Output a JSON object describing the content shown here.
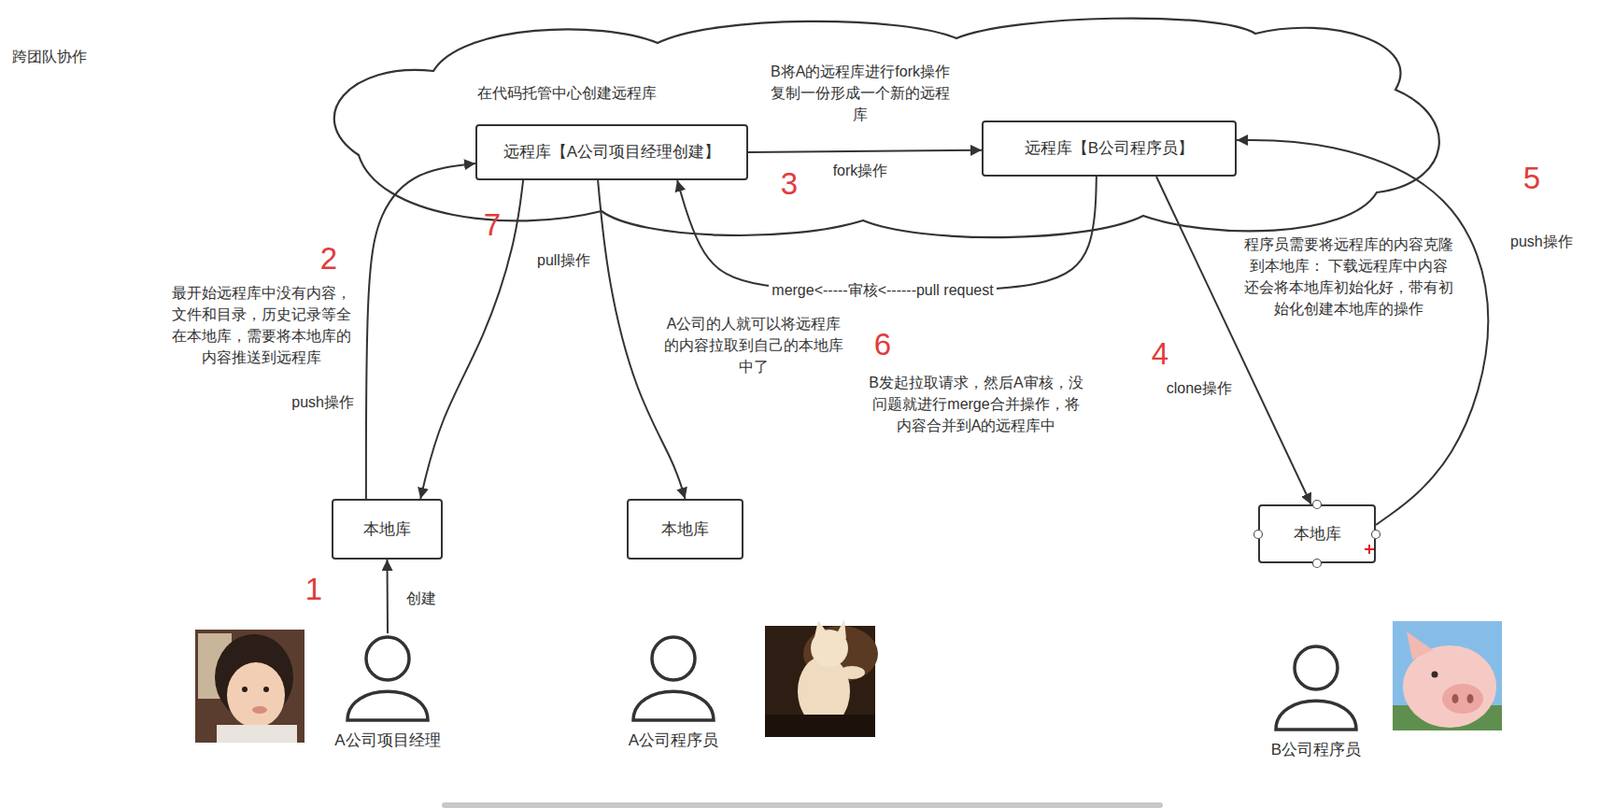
{
  "diagram": {
    "title": "跨团队协作",
    "nodes": [
      {
        "text": [
          "在代码托管中心创建远程库",
          "B将A的远程库进行fork操作 复制一份形成一个新的远程 库"
        ]
      },
      {
        "text": [
          "远程库【A公司项目经理创建】"
        ],
        "in": 0
      },
      {
        "text": [
          "远程库【B公司程序员】"
        ],
        "in": 0
      },
      {
        "text": [
          "本地库"
        ]
      },
      {
        "text": [
          "本地库"
        ]
      },
      {
        "text": [
          "本地库"
        ]
      },
      {
        "text": [
          "A公司项目经理"
        ]
      },
      {
        "text": [
          "A公司程序员"
        ]
      },
      {
        "text": [
          "B公司程序员"
        ]
      }
    ],
    "edges": [
      {
        "from": 6,
        "to": 3,
        "label": "创建",
        "arrow": "to"
      },
      {
        "from": 3,
        "to": 1,
        "label": "push操作",
        "arrow": "to"
      },
      {
        "from": 1,
        "to": 3,
        "label": "pull操作",
        "arrow": "to"
      },
      {
        "from": 1,
        "to": 4,
        "arrow": "to"
      },
      {
        "from": 1,
        "to": 2,
        "label": "fork操作",
        "arrow": "to"
      },
      {
        "from": 2,
        "to": 5,
        "label": "clone操作",
        "arrow": "to"
      },
      {
        "from": 5,
        "to": 2,
        "label": "push操作",
        "arrow": "to"
      },
      {
        "from": 2,
        "to": 1,
        "label": "merge<-----审核<------pull request",
        "arrow": "to"
      }
    ],
    "labels": [
      "1",
      "2",
      "3",
      "4",
      "5",
      "6",
      "7",
      "最开始远程库中没有内容， 文件和目录，历史记录等全 在本地库，需要将本地库的 内容推送到远程库",
      "A公司的人就可以将远程库 的内容拉取到自己的本地库 中了",
      "B发起拉取请求，然后A审核，没 问题就进行merge合并操作，将 内容合并到A的远程库中",
      "程序员需要将远程库的内容克隆 到本地库： 下载远程库中内容 还会将本地库初始化好，带有初 始化创建本地库的操作"
    ]
  }
}
